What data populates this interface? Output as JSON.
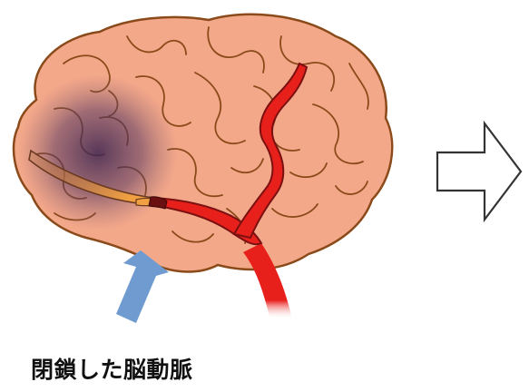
{
  "caption": "閉鎖した脳動脈",
  "colors": {
    "brain_fill": "#f4a88a",
    "brain_outline": "#8a4a1a",
    "artery_red": "#e8201c",
    "artery_outline": "#7a1010",
    "blocked_segment": "#d8922e",
    "ischemia": "#4a2a5a",
    "pointer_arrow": "#6f9bd1",
    "next_arrow_outline": "#333333"
  },
  "icons": {
    "pointer": "up-right-arrow",
    "next": "right-outline-arrow"
  }
}
